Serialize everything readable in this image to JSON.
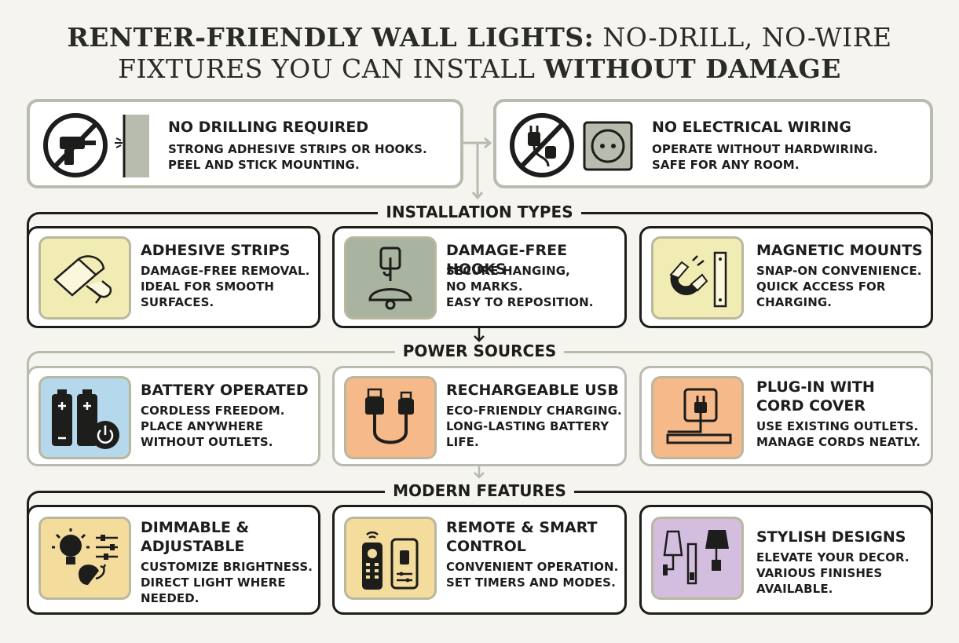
{
  "title": {
    "line1_bold": "RENTER-FRIENDLY WALL LIGHTS:",
    "line1_light": "NO-DRILL, NO-WIRE",
    "line2_light": "FIXTURES YOU CAN INSTALL",
    "line2_bold": "WITHOUT DAMAGE"
  },
  "top": [
    {
      "heading": "NO DRILLING REQUIRED",
      "desc": "STRONG ADHESIVE STRIPS OR HOOKS.\nPEEL AND STICK MOUNTING.",
      "icons": [
        "no-drill-icon",
        "wall-panel-icon"
      ]
    },
    {
      "heading": "NO ELECTRICAL WIRING",
      "desc": "OPERATE WITHOUT HARDWIRING.\nSAFE FOR ANY ROOM.",
      "icons": [
        "no-wiring-icon",
        "outlet-icon"
      ]
    }
  ],
  "sections": [
    {
      "label": "INSTALLATION TYPES",
      "cards": [
        {
          "heading": "ADHESIVE STRIPS",
          "desc": "DAMAGE-FREE REMOVAL.\nIDEAL FOR SMOOTH\nSURFACES.",
          "icon": "adhesive-strip-icon",
          "tile_color": "#f1ecb4"
        },
        {
          "heading": "DAMAGE-FREE HOOKS",
          "desc": "SECURE HANGING,\nNO MARKS.\nEASY TO REPOSITION.",
          "icon": "hook-lamp-icon",
          "tile_color": "#a9b4a0"
        },
        {
          "heading": "MAGNETIC MOUNTS",
          "desc": "SNAP-ON CONVENIENCE.\nQUICK ACCESS FOR\nCHARGING.",
          "icon": "magnet-icon",
          "tile_color": "#f1ecb4"
        }
      ]
    },
    {
      "label": "POWER SOURCES",
      "cards": [
        {
          "heading": "BATTERY OPERATED",
          "desc": "CORDLESS FREEDOM.\nPLACE ANYWHERE\nWITHOUT OUTLETS.",
          "icon": "battery-icon",
          "tile_color": "#b5d8ec"
        },
        {
          "heading": "RECHARGEABLE USB",
          "desc": "ECO-FRIENDLY CHARGING.\nLONG-LASTING BATTERY\nLIFE.",
          "icon": "usb-cable-icon",
          "tile_color": "#f6b98a"
        },
        {
          "heading": "PLUG-IN WITH\nCORD COVER",
          "desc": "USE EXISTING OUTLETS.\nMANAGE CORDS NEATLY.",
          "icon": "plug-cord-icon",
          "tile_color": "#f6b98a"
        }
      ]
    },
    {
      "label": "MODERN FEATURES",
      "cards": [
        {
          "heading": "DIMMABLE &\nADJUSTABLE",
          "desc": "CUSTOMIZE BRIGHTNESS.\nDIRECT LIGHT WHERE\nNEEDED.",
          "icon": "dimmer-bulb-icon",
          "tile_color": "#f4dd9c"
        },
        {
          "heading": "REMOTE & SMART\nCONTROL",
          "desc": "CONVENIENT OPERATION.\nSET TIMERS AND MODES.",
          "icon": "remote-phone-icon",
          "tile_color": "#f4dd9c"
        },
        {
          "heading": "STYLISH DESIGNS",
          "desc": "ELEVATE YOUR DECOR.\nVARIOUS FINISHES\nAVAILABLE.",
          "icon": "sconce-icon",
          "tile_color": "#d3bedf"
        }
      ]
    }
  ]
}
